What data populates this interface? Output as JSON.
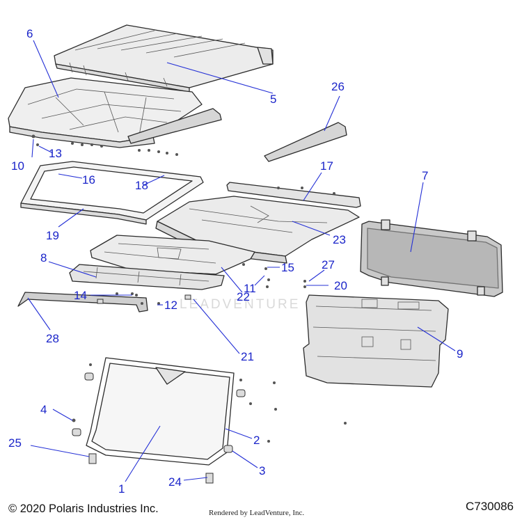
{
  "footer": {
    "copyright": "© 2020 Polaris Industries Inc.",
    "rendered_by": "Rendered by LeadVenture, Inc.",
    "diagram_code": "C730086"
  },
  "watermark": "LEADVENTURE",
  "callouts": {
    "c1": "1",
    "c2": "2",
    "c3": "3",
    "c4": "4",
    "c5": "5",
    "c6": "6",
    "c7": "7",
    "c8": "8",
    "c9": "9",
    "c10": "10",
    "c11": "11",
    "c12": "12",
    "c13": "13",
    "c14": "14",
    "c15": "15",
    "c16": "16",
    "c17": "17",
    "c18": "18",
    "c19": "19",
    "c20": "20",
    "c21": "21",
    "c22": "22",
    "c23": "23",
    "c24": "24",
    "c25": "25",
    "c26": "26",
    "c27": "27",
    "c28": "28"
  },
  "colors": {
    "callout_blue": "#1a24c9",
    "part_fill": "#f1f1f1",
    "glass_fill": "#f6f6f6",
    "outline": "#2b2b2b"
  }
}
